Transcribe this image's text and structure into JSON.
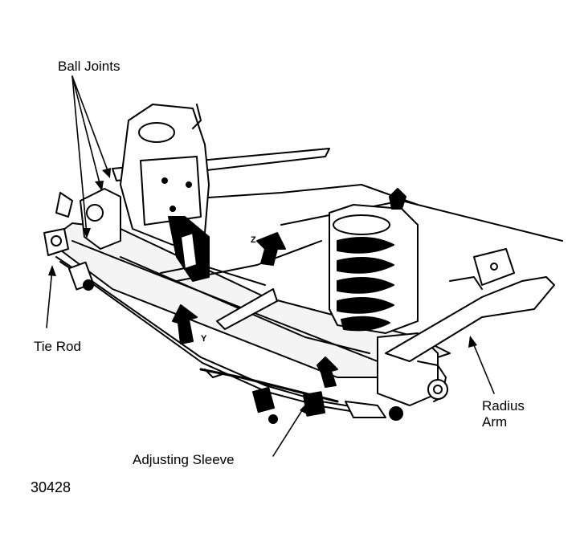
{
  "labels": {
    "ball_joints": "Ball Joints",
    "tie_rod": "Tie Rod",
    "radius_line1": "Radius",
    "radius_line2": "Arm",
    "adjusting_sleeve": "Adjusting Sleeve",
    "figure_number": "30428"
  },
  "axis_marks": {
    "y": "Y",
    "z": "Z"
  },
  "colors": {
    "ink": "#000000",
    "paper": "#ffffff"
  }
}
